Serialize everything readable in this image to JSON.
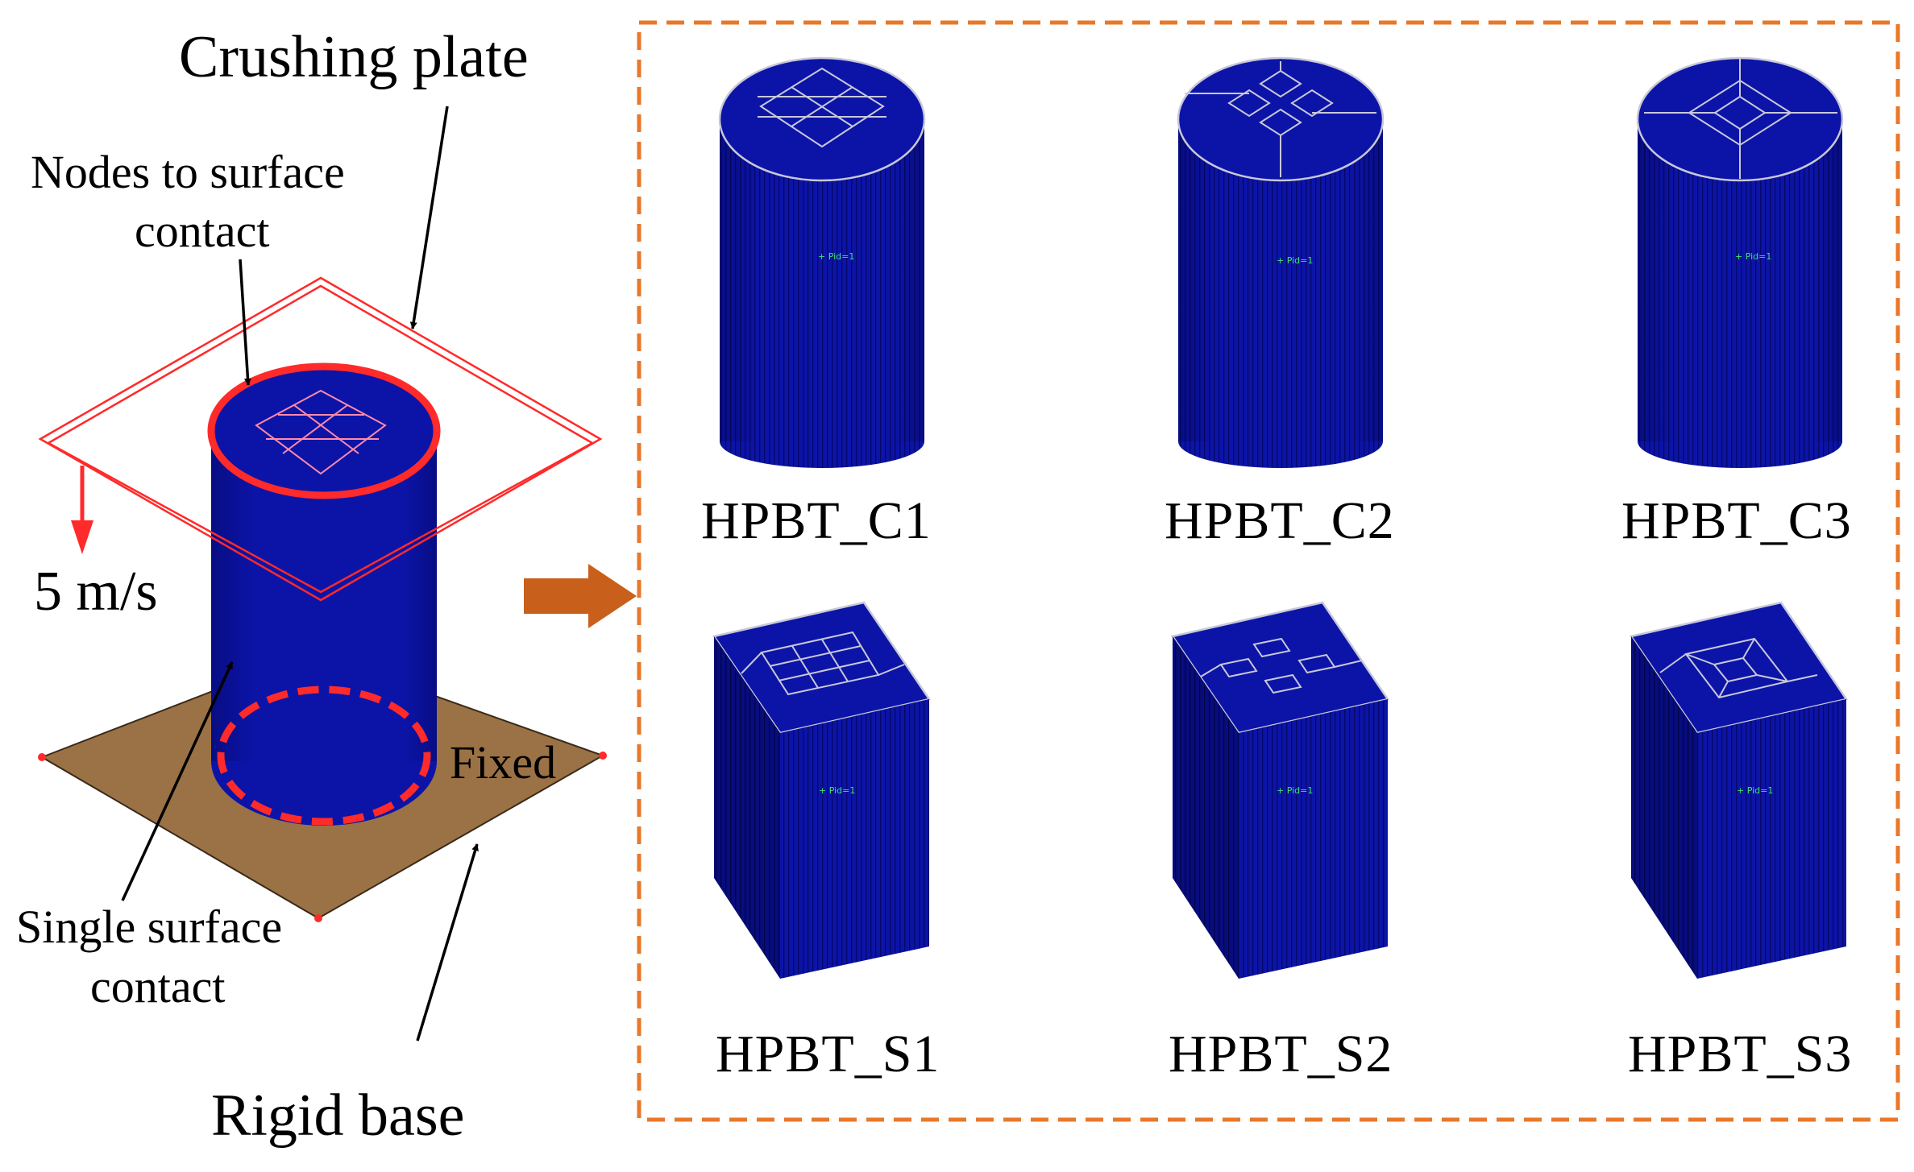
{
  "setup": {
    "crushing_plate_label": "Crushing plate",
    "nodes_contact_label_line1": "Nodes to surface",
    "nodes_contact_label_line2": "contact",
    "velocity_label": "5 m/s",
    "fixed_label": "Fixed",
    "single_contact_label_line1": "Single surface",
    "single_contact_label_line2": "contact",
    "rigid_base_label": "Rigid base"
  },
  "models": [
    {
      "name": "HPBT_C1",
      "pid": "+ Pid=1"
    },
    {
      "name": "HPBT_C2",
      "pid": "+ Pid=1"
    },
    {
      "name": "HPBT_C3",
      "pid": "+ Pid=1"
    },
    {
      "name": "HPBT_S1",
      "pid": "+ Pid=1"
    },
    {
      "name": "HPBT_S2",
      "pid": "+ Pid=1"
    },
    {
      "name": "HPBT_S3",
      "pid": "+ Pid=1"
    }
  ],
  "colors": {
    "tube_blue": "#0c14a8",
    "plate_red": "#ff2a2a",
    "base_brown": "#9b7245",
    "panel_border": "#e8782a",
    "arrow_orange": "#c8601c"
  }
}
